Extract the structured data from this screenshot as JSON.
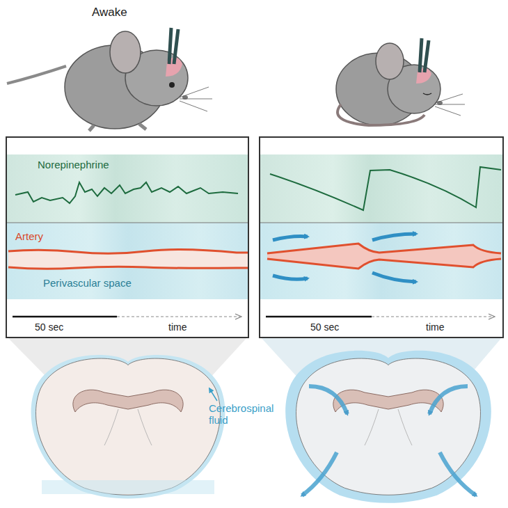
{
  "diagram": {
    "nodes": [
      {
        "text": [
          "Norepinephrine",
          "Artery",
          "Perivascular space",
          "50 sec",
          "time"
        ]
      },
      {
        "text": [
          "50 sec",
          "time"
        ]
      }
    ],
    "labels": [
      "Awake",
      "Cerebrospinal fluid"
    ]
  }
}
